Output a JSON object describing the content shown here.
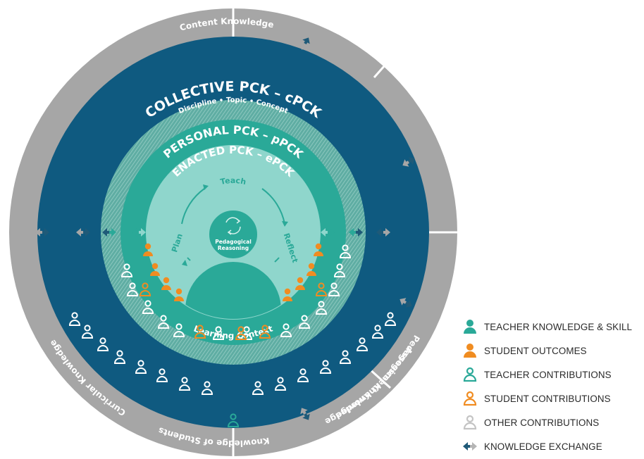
{
  "diagram": {
    "outer_ring_segments": [
      "Pedagogical Knowledge",
      "Knowledge of Students",
      "Curricular Knowledge",
      "Assessment Knowledge",
      "Content Knowledge"
    ],
    "collective_title": "COLLECTIVE PCK – cPCK",
    "collective_subtitle": "Discipline • Topic • Concept",
    "personal_title": "PERSONAL PCK – pPCK",
    "enacted_title": "ENACTED PCK – ePCK",
    "cycle": {
      "teach": "Teach",
      "plan": "Plan",
      "reflect": "Reflect"
    },
    "center_line1": "Pedagogical",
    "center_line2": "Reasoning",
    "learning_context": "Learning Context"
  },
  "legend": [
    {
      "label": "TEACHER KNOWLEDGE & SKILL",
      "icon": "teacher-knowledge-icon",
      "color": "#2aa998"
    },
    {
      "label": "STUDENT OUTCOMES",
      "icon": "student-outcomes-icon",
      "color": "#f08c21"
    },
    {
      "label": "TEACHER CONTRIBUTIONS",
      "icon": "teacher-contributions-icon",
      "color": "#2aa998"
    },
    {
      "label": "STUDENT CONTRIBUTIONS",
      "icon": "student-contributions-icon",
      "color": "#f08c21"
    },
    {
      "label": "OTHER CONTRIBUTIONS",
      "icon": "other-contributions-icon",
      "color": "#c4c4c4"
    },
    {
      "label": "KNOWLEDGE EXCHANGE",
      "icon": "knowledge-exchange-icon",
      "color": "#1f5a78"
    }
  ],
  "colors": {
    "outer_gray": "#a6a6a6",
    "navy": "#0f5a80",
    "hatched_teal": "#6fb6ad",
    "teal": "#2aa998",
    "light_teal": "#8fd6cc",
    "orange": "#f08c21",
    "white": "#ffffff"
  }
}
